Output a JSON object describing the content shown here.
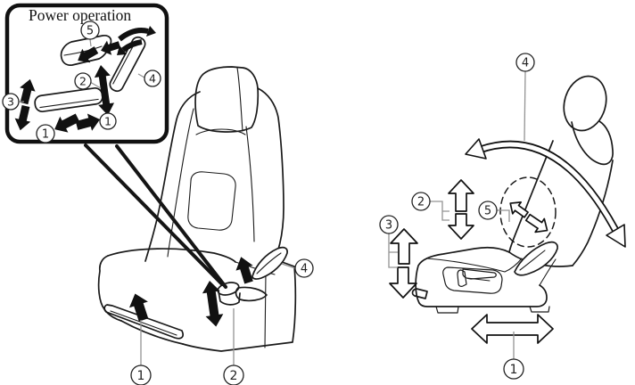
{
  "figure": {
    "title": "Power operation",
    "callouts": {
      "n1": "1",
      "n2": "2",
      "n3": "3",
      "n4": "4",
      "n5": "5"
    }
  }
}
